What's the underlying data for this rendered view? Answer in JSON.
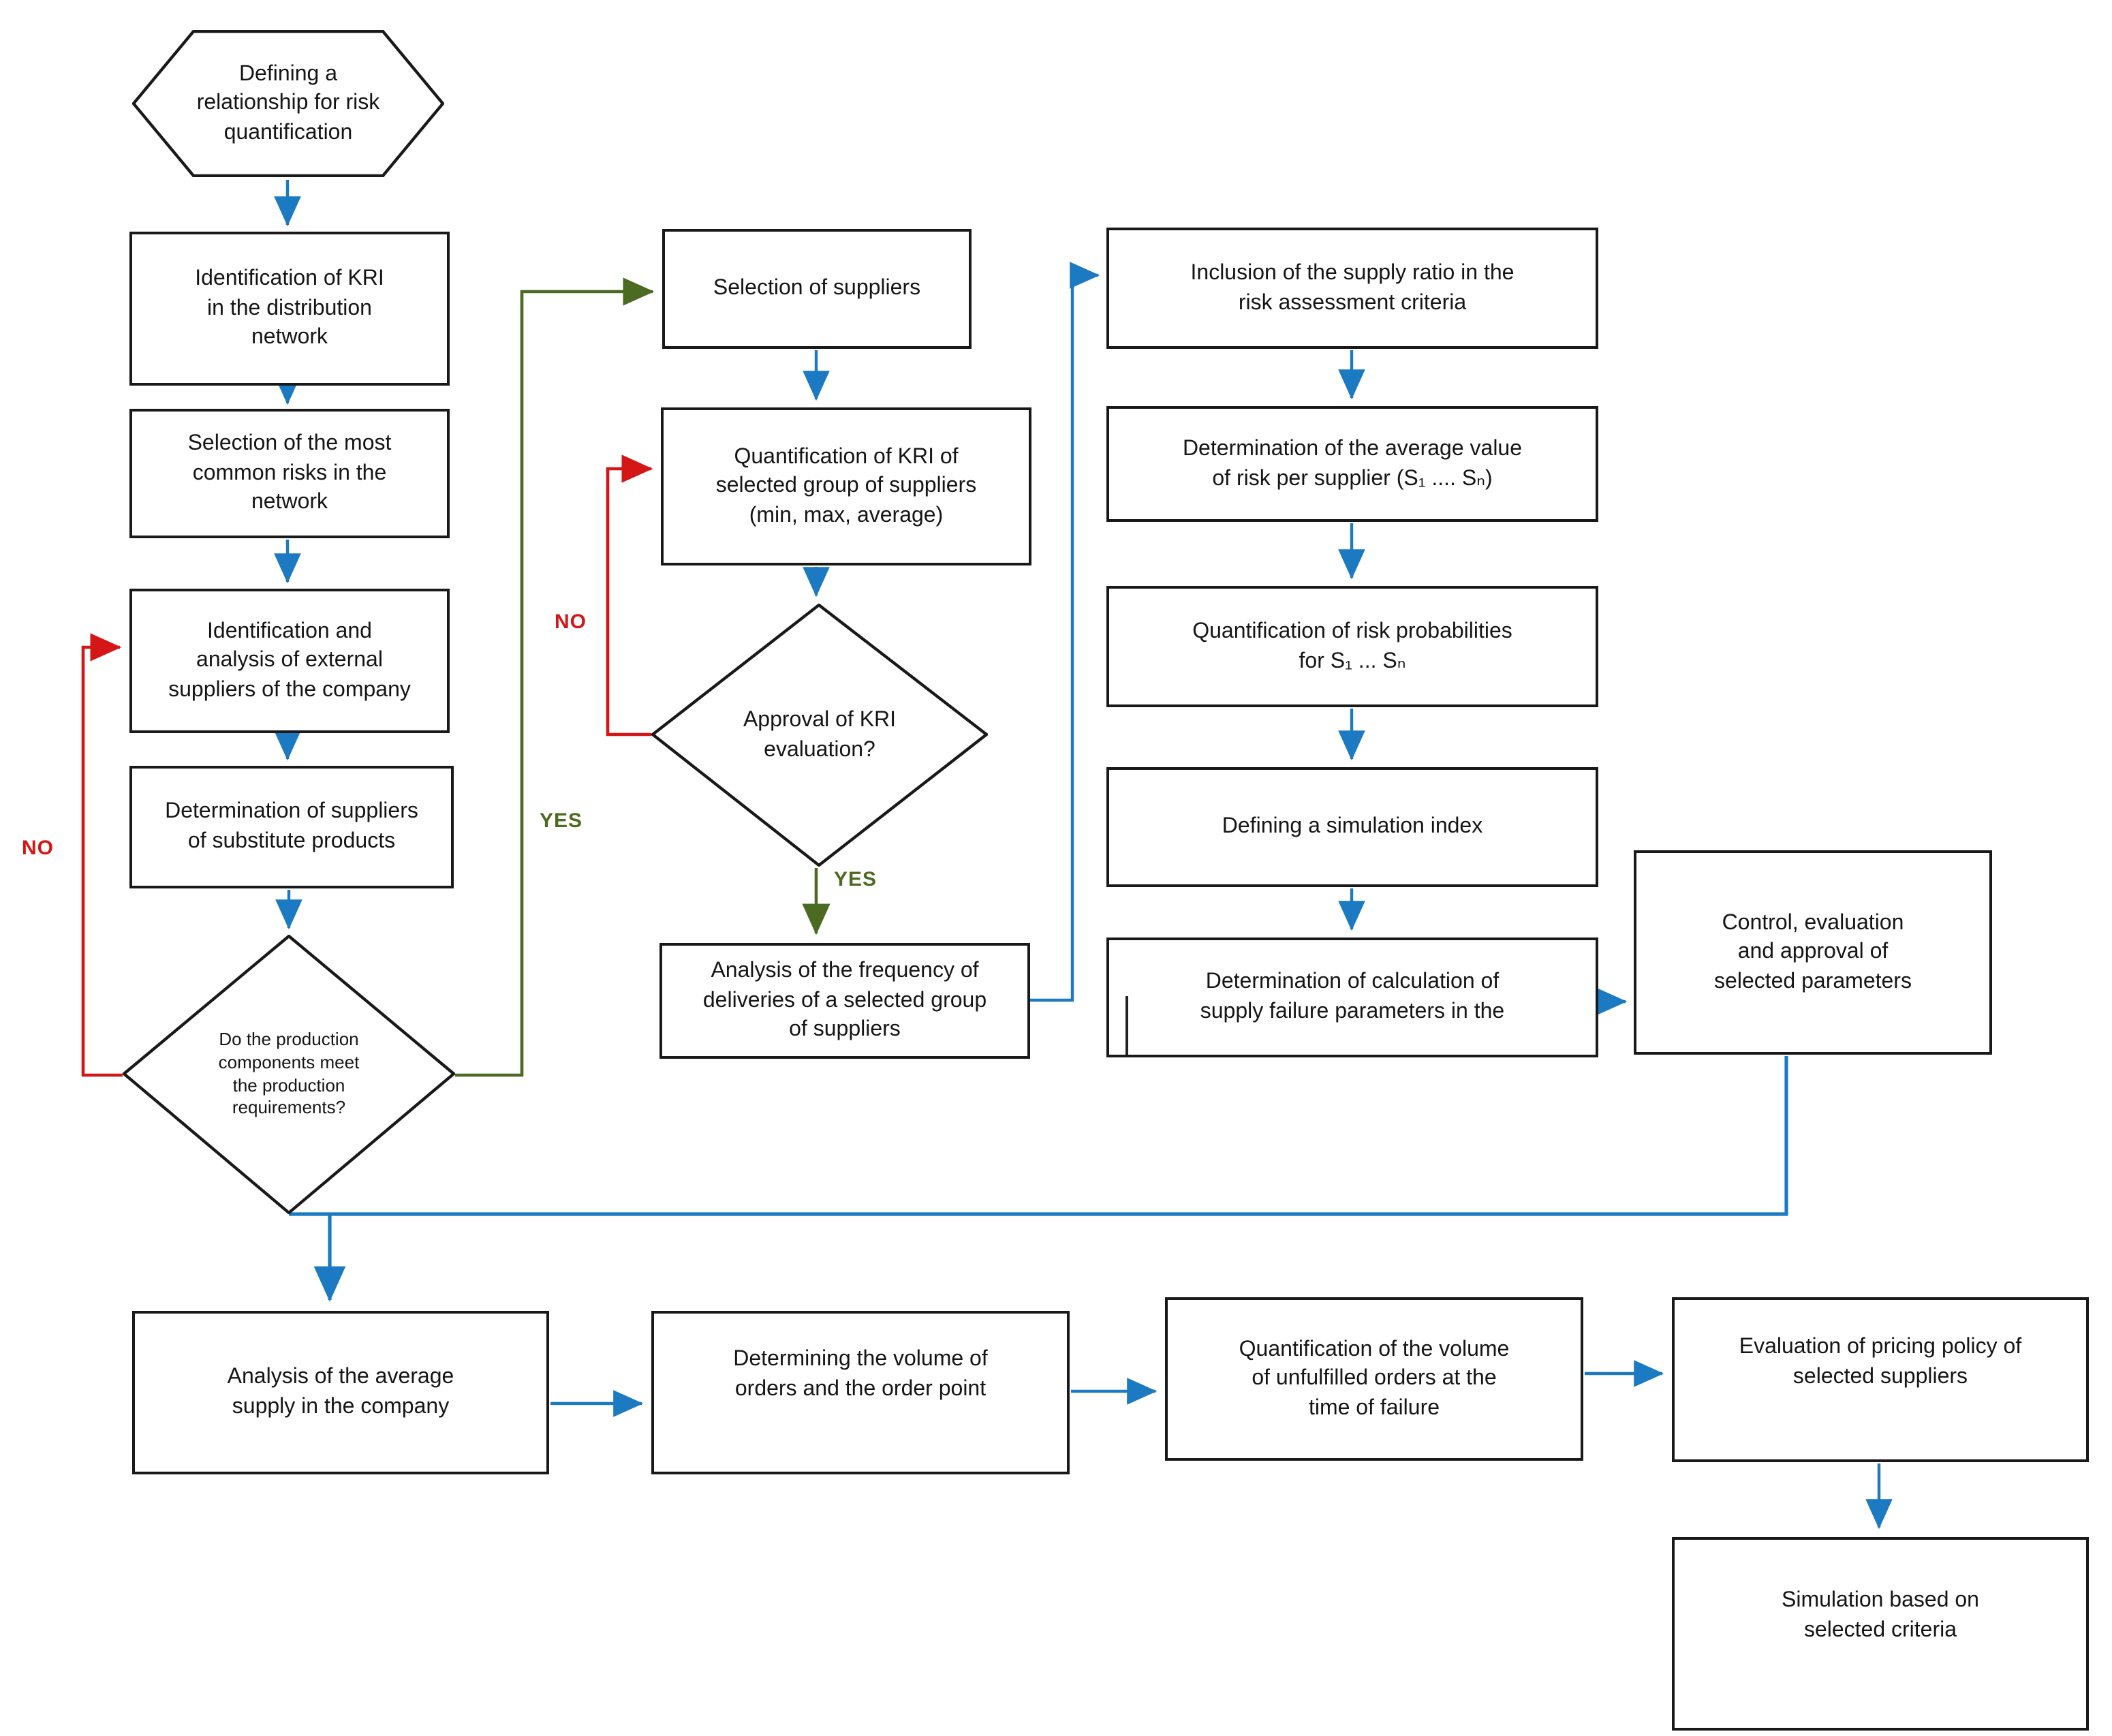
{
  "diagram": {
    "nodes": {
      "start": {
        "shape": "hexagon",
        "label": "Defining a relationship for risk quantification"
      },
      "kri_identification": {
        "shape": "rect",
        "label": "Identification of KRI in the distribution network"
      },
      "common_risks": {
        "shape": "rect",
        "label": "Selection of the most common risks in the network"
      },
      "external_suppliers": {
        "shape": "rect",
        "label": "Identification and analysis of external suppliers of the company"
      },
      "substitute_suppliers": {
        "shape": "rect",
        "label": "Determination of suppliers of substitute products"
      },
      "production_decision": {
        "shape": "diamond",
        "label": "Do the production components meet the production requirements?"
      },
      "supplier_selection": {
        "shape": "rect",
        "label": "Selection of suppliers"
      },
      "kri_quantification": {
        "shape": "rect",
        "label": "Quantification of KRI of selected group of suppliers (min, max, average)"
      },
      "kri_approval": {
        "shape": "diamond",
        "label": "Approval of KRI evaluation?"
      },
      "delivery_frequency": {
        "shape": "rect",
        "label": "Analysis of the frequency of deliveries of a selected group of suppliers"
      },
      "supply_ratio": {
        "shape": "rect",
        "label": "Inclusion of the supply ratio in the risk assessment criteria"
      },
      "average_risk": {
        "shape": "rect",
        "label": "Determination of the average value of risk per supplier (S₁ .... Sₙ)"
      },
      "risk_probabilities": {
        "shape": "rect",
        "label": "Quantification of risk probabilities for S₁ ... Sₙ"
      },
      "simulation_index": {
        "shape": "rect",
        "label": "Defining a simulation index"
      },
      "failure_parameters": {
        "shape": "rect",
        "label": "Determination of calculation of supply failure parameters in the"
      },
      "control_evaluation": {
        "shape": "rect",
        "label": "Control, evaluation and approval of selected parameters"
      },
      "average_supply": {
        "shape": "rect",
        "label": "Analysis of the average supply in the company"
      },
      "order_volume": {
        "shape": "rect",
        "label": "Determining the volume of orders and the order point"
      },
      "unfulfilled_orders": {
        "shape": "rect",
        "label": "Quantification of the volume of unfulfilled orders at the time of failure"
      },
      "pricing_policy": {
        "shape": "rect",
        "label": "Evaluation of pricing policy of selected suppliers"
      },
      "simulation": {
        "shape": "rect",
        "label": "Simulation based on selected criteria"
      }
    },
    "edge_labels": {
      "no_left": "NO",
      "yes_left": "YES",
      "no_middle": "NO",
      "yes_middle": "YES"
    },
    "colors": {
      "flow_blue": "#1b7ac2",
      "loop_red": "#d51617",
      "yes_green": "#4c6b22",
      "node_border": "#191919"
    },
    "edges": [
      {
        "from": "start",
        "to": "kri_identification",
        "color": "#1b7ac2",
        "label": ""
      },
      {
        "from": "kri_identification",
        "to": "common_risks",
        "color": "#1b7ac2",
        "label": ""
      },
      {
        "from": "common_risks",
        "to": "external_suppliers",
        "color": "#1b7ac2",
        "label": ""
      },
      {
        "from": "external_suppliers",
        "to": "substitute_suppliers",
        "color": "#1b7ac2",
        "label": ""
      },
      {
        "from": "substitute_suppliers",
        "to": "production_decision",
        "color": "#1b7ac2",
        "label": ""
      },
      {
        "from": "production_decision",
        "to": "external_suppliers",
        "color": "#d51617",
        "label": "NO"
      },
      {
        "from": "production_decision",
        "to": "supplier_selection",
        "color": "#4c6b22",
        "label": "YES"
      },
      {
        "from": "supplier_selection",
        "to": "kri_quantification",
        "color": "#1b7ac2",
        "label": ""
      },
      {
        "from": "kri_quantification",
        "to": "kri_approval",
        "color": "#1b7ac2",
        "label": ""
      },
      {
        "from": "kri_approval",
        "to": "kri_quantification",
        "color": "#d51617",
        "label": "NO"
      },
      {
        "from": "kri_approval",
        "to": "delivery_frequency",
        "color": "#4c6b22",
        "label": "YES"
      },
      {
        "from": "delivery_frequency",
        "to": "supply_ratio",
        "color": "#1b7ac2",
        "label": ""
      },
      {
        "from": "supply_ratio",
        "to": "average_risk",
        "color": "#1b7ac2",
        "label": ""
      },
      {
        "from": "average_risk",
        "to": "risk_probabilities",
        "color": "#1b7ac2",
        "label": ""
      },
      {
        "from": "risk_probabilities",
        "to": "simulation_index",
        "color": "#1b7ac2",
        "label": ""
      },
      {
        "from": "simulation_index",
        "to": "failure_parameters",
        "color": "#1b7ac2",
        "label": ""
      },
      {
        "from": "failure_parameters",
        "to": "control_evaluation",
        "color": "#1b7ac2",
        "label": ""
      },
      {
        "from": "control_evaluation",
        "to": "average_supply",
        "color": "#1b7ac2",
        "label": ""
      },
      {
        "from": "average_supply",
        "to": "order_volume",
        "color": "#1b7ac2",
        "label": ""
      },
      {
        "from": "order_volume",
        "to": "unfulfilled_orders",
        "color": "#1b7ac2",
        "label": ""
      },
      {
        "from": "unfulfilled_orders",
        "to": "pricing_policy",
        "color": "#1b7ac2",
        "label": ""
      },
      {
        "from": "pricing_policy",
        "to": "simulation",
        "color": "#1b7ac2",
        "label": ""
      }
    ]
  }
}
